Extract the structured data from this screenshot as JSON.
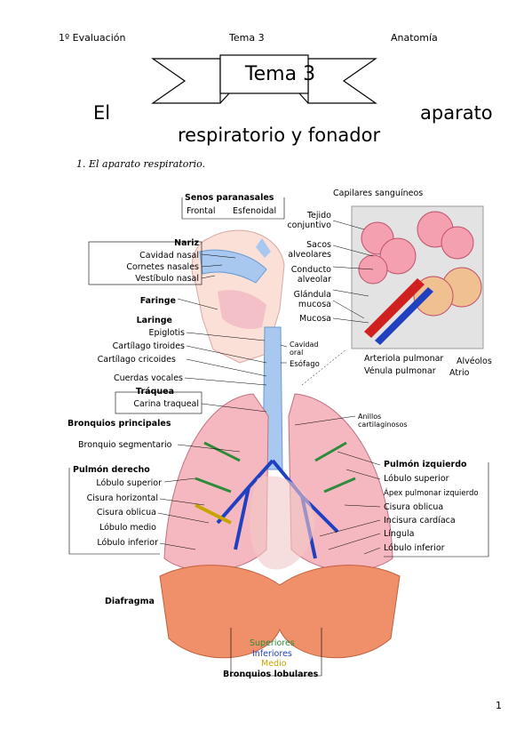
{
  "header": {
    "left": "1º Evaluación",
    "center": "Tema 3",
    "right": "Anatomía"
  },
  "banner": {
    "title": "Tema 3"
  },
  "subtitle": {
    "w1": "El",
    "w2": "aparato",
    "line2": "respiratorio y fonador"
  },
  "section": {
    "heading": "1.   El aparato respiratorio."
  },
  "diagram": {
    "senos": "Senos paranasales",
    "frontal": "Frontal",
    "esfenoidal": "Esfenoidal",
    "nariz": "Nariz",
    "cavidad_nasal": "Cavidad nasal",
    "cornetes": "Cornetes nasales",
    "vestibulo": "Vestíbulo nasal",
    "faringe": "Faringe",
    "laringe": "Laringe",
    "epiglotis": "Epiglotis",
    "tiroides": "Cartílago tiroides",
    "cricoides": "Cartílago cricoides",
    "cuerdas": "Cuerdas vocales",
    "traquea": "Tráquea",
    "carina": "Carina traqueal",
    "bronquios_principales": "Bronquios principales",
    "bronquio_segmentario": "Bronquio segmentario",
    "pulmon_derecho": "Pulmón derecho",
    "lobulo_superior_d": "Lóbulo superior",
    "cisura_horizontal": "Cisura horizontal",
    "cisura_oblicua_d": "Cisura oblicua",
    "lobulo_medio": "Lóbulo medio",
    "lobulo_inferior_d": "Lóbulo inferior",
    "diafragma": "Diafragma",
    "capilares": "Capilares sanguíneos",
    "tejido": "Tejido\nconjuntivo",
    "sacos": "Sacos\nalveolares",
    "conducto": "Conducto\nalveolar",
    "glandula": "Glándula\nmucosa",
    "mucosa": "Mucosa",
    "arteriola": "Arteriola pulmonar",
    "venula": "Vénula pulmonar",
    "alveolos": "Alvéolos",
    "atrio": "Atrio",
    "cavidad_oral": "Cavidad\noral",
    "esofago": "Esófago",
    "anillos": "Anillos\ncartilaginosos",
    "pulmon_izquierdo": "Pulmón izquierdo",
    "lobulo_superior_i": "Lóbulo superior",
    "apex": "Ápex pulmonar izquierdo",
    "cisura_oblicua_i": "Cisura oblicua",
    "incisura": "Incisura cardíaca",
    "lingula": "Língula",
    "lobulo_inferior_i": "Lóbulo inferior",
    "superiores": "Superiores",
    "inferiores": "Inferiores",
    "medio": "Medio",
    "bronquios_lobulares": "Bronquios lobulares",
    "colors": {
      "superiores": "#2e8b3a",
      "inferiores": "#1f3fbf",
      "medio": "#c9a400"
    }
  },
  "footer": {
    "page": "1"
  }
}
